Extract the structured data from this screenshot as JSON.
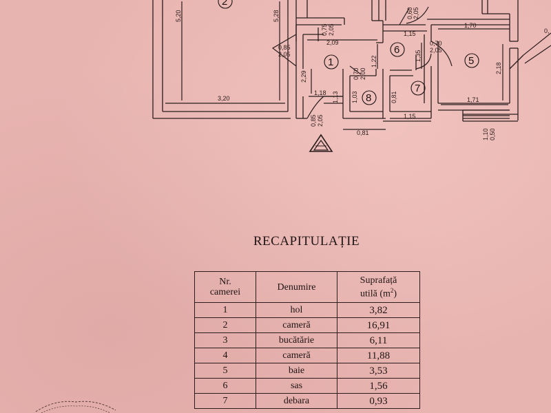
{
  "plan": {
    "room_numbers": [
      "2",
      "1",
      "6",
      "5",
      "8",
      "7"
    ],
    "dimensions": {
      "h_5_20": "5,20",
      "h_5_28": "5,28",
      "w_3_20": "3,20",
      "v_2_29": "2,29",
      "w_1_18": "1,18",
      "w_2_09": "2,09",
      "w_1_15_top": "1,15",
      "w_1_70": "1,70",
      "w_1_71": "1,71",
      "v_2_18": "2,18",
      "v_1_22": "1,22",
      "v_1_35": "1,35",
      "v_1_13": "1,13",
      "v_1_03": "1,03",
      "v_0_81": "0,81",
      "w_1_15_bottom": "1,15",
      "w_0_81": "0,81",
      "door_085_205_a": "0,85",
      "door_085_205_a2": "2,05",
      "door_075_205_a": "0,75",
      "door_075_205_a2": "2,05",
      "door_060_205_a": "0,60",
      "door_060_205_a2": "2,05",
      "door_070_205_a": "0,70",
      "door_070_205_a2": "2,05",
      "door_070_200_a": "0,70",
      "door_070_200_a2": "2,00",
      "door_085_205_b": "0,85",
      "door_085_205_b2": "2,05",
      "win_110_150_a": "1,10",
      "win_110_150_b": "0,50",
      "edge_mark": "0,"
    }
  },
  "title": "RECAPITULAȚIE",
  "table": {
    "headers": {
      "nr": [
        "Nr.",
        "camerei"
      ],
      "denumire": "Denumire",
      "suprafata": [
        "Suprafață",
        "utilă (m"
      ],
      "suprafata_sup": "2",
      "suprafata_end": ")"
    },
    "rows": [
      {
        "nr": "1",
        "denumire": "hol",
        "suprafata": "3,82"
      },
      {
        "nr": "2",
        "denumire": "cameră",
        "suprafata": "16,91"
      },
      {
        "nr": "3",
        "denumire": "bucătărie",
        "suprafata": "6,11"
      },
      {
        "nr": "4",
        "denumire": "cameră",
        "suprafata": "11,88"
      },
      {
        "nr": "5",
        "denumire": "baie",
        "suprafata": "3,53"
      },
      {
        "nr": "6",
        "denumire": "sas",
        "suprafata": "1,56"
      },
      {
        "nr": "7",
        "denumire": "debara",
        "suprafata": "0,93"
      }
    ]
  },
  "colors": {
    "paper": "#e8b4b0",
    "ink": "#2a1c1c"
  }
}
